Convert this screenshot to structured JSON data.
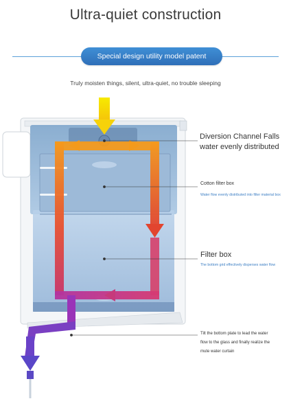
{
  "header": {
    "title": "Ultra-quiet construction",
    "badge": "Special design utility model patent",
    "subtitle": "Truly moisten things, silent, ultra-quiet, no trouble sleeping"
  },
  "callouts": {
    "diversion": {
      "title": "Diversion Channel Falls water evenly distributed"
    },
    "cotton": {
      "title": "Cotton filter box",
      "desc": "Water flow evenly distributed into filter material box"
    },
    "filter": {
      "title": "Filter box",
      "desc": "The bottom grid effectively disperses water flow"
    },
    "bottom": {
      "text": "Tilt the bottom plate to lead the water flow to the glass and finally realize the mute water curtain"
    }
  },
  "colors": {
    "accent": "#3f8fd6",
    "flow_yellow": "#f5e400",
    "flow_orange": "#f39a1c",
    "flow_red": "#e2452f",
    "flow_purple": "#7a3fc2"
  }
}
